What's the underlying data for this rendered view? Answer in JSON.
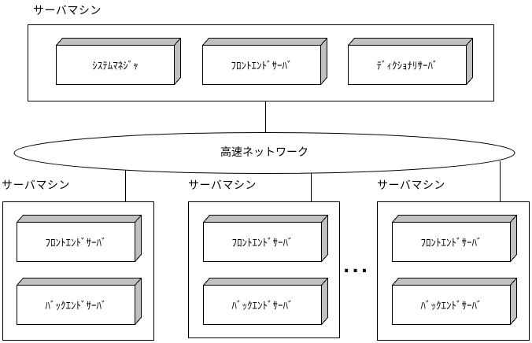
{
  "diagram": {
    "top_machine": {
      "label": "サーバマシン",
      "servers": [
        {
          "label": "ｼｽﾃﾑﾏﾈｼﾞｬ"
        },
        {
          "label": "ﾌﾛﾝﾄｴﾝﾄﾞｻｰﾊﾞ"
        },
        {
          "label": "ﾃﾞｨｸｼｮﾅﾘｻｰﾊﾞ"
        }
      ]
    },
    "network": {
      "label": "高速ネットワーク"
    },
    "clusters": [
      {
        "label": "サーバマシン",
        "servers": [
          {
            "label": "ﾌﾛﾝﾄｴﾝﾄﾞｻｰﾊﾞ"
          },
          {
            "label": "ﾊﾞｯｸｴﾝﾄﾞｻｰﾊﾞ"
          }
        ]
      },
      {
        "label": "サーバマシン",
        "servers": [
          {
            "label": "ﾌﾛﾝﾄｴﾝﾄﾞｻｰﾊﾞ"
          },
          {
            "label": "ﾊﾞｯｸｴﾝﾄﾞｻｰﾊﾞ"
          }
        ]
      },
      {
        "label": "サーバマシン",
        "servers": [
          {
            "label": "ﾌﾛﾝﾄｴﾝﾄﾞｻｰﾊﾞ"
          },
          {
            "label": "ﾊﾞｯｸｴﾝﾄﾞｻｰﾊﾞ"
          }
        ]
      }
    ],
    "ellipsis": "...",
    "colors": {
      "line": "#000000",
      "face": "#ffffff",
      "shade": "#c0c0c0",
      "bg": "#ffffff"
    }
  }
}
